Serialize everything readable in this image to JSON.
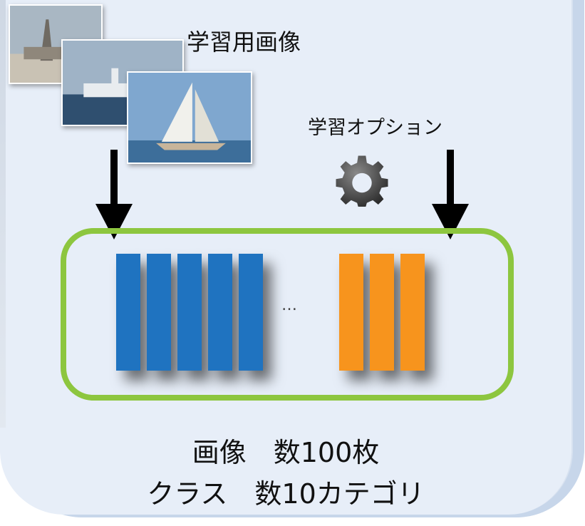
{
  "labels": {
    "training_images": "学習用画像",
    "training_options": "学習オプション",
    "ellipsis": "…"
  },
  "summary": {
    "line1": "画像　数100枚",
    "line2": "クラス　数10カテゴリ"
  },
  "icons": {
    "gear": "gear-icon",
    "arrow": "down-arrow-icon"
  },
  "colors": {
    "panel": "#e7eef8",
    "frame": "#8dc63f",
    "blue_bar": "#1f73c0",
    "orange_bar": "#f7941d"
  }
}
